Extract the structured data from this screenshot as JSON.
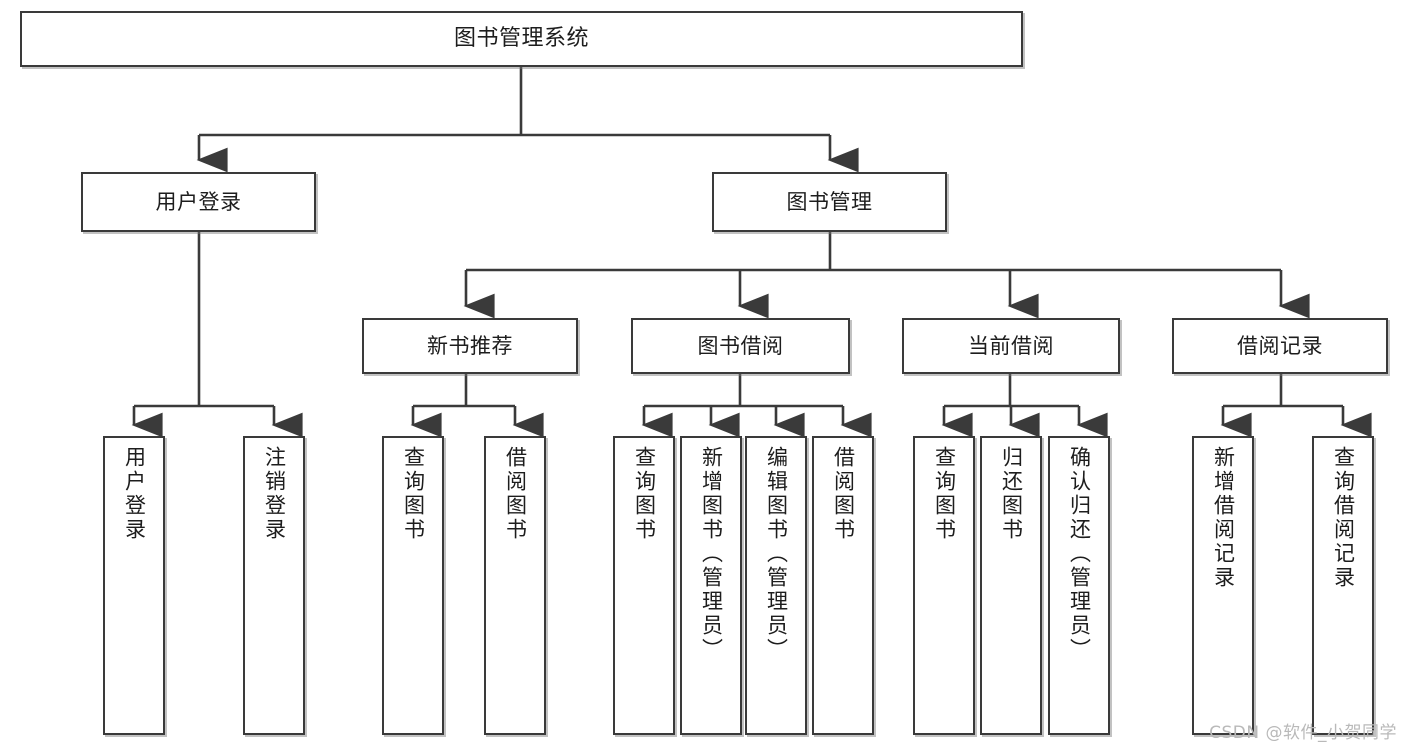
{
  "diagram": {
    "title": "图书管理系统",
    "type": "tree-hierarchy-diagram",
    "watermark": "CSDN @软件_小贺同学",
    "style": {
      "box_border_color": "#3a3a3a",
      "box_fill_color": "#ffffff",
      "line_color": "#3a3a3a",
      "background_color": "#ffffff",
      "watermark_color": "#b9b9b9"
    },
    "nodes": {
      "root": {
        "label": "图书管理系统"
      },
      "level2": [
        {
          "label": "用户登录"
        },
        {
          "label": "图书管理"
        }
      ],
      "level3": [
        {
          "label": "新书推荐"
        },
        {
          "label": "图书借阅"
        },
        {
          "label": "当前借阅"
        },
        {
          "label": "借阅记录"
        }
      ],
      "leaves": {
        "user_login": [
          {
            "label": "用户登录"
          },
          {
            "label": "注销登录"
          }
        ],
        "new_book_recommend": [
          {
            "label": "查询图书"
          },
          {
            "label": "借阅图书"
          }
        ],
        "book_borrow": [
          {
            "label": "查询图书"
          },
          {
            "label": "新增图书（管理员）"
          },
          {
            "label": "编辑图书（管理员）"
          },
          {
            "label": "借阅图书"
          }
        ],
        "current_borrow": [
          {
            "label": "查询图书"
          },
          {
            "label": "归还图书"
          },
          {
            "label": "确认归还（管理员）"
          }
        ],
        "borrow_records": [
          {
            "label": "新增借阅记录"
          },
          {
            "label": "查询借阅记录"
          }
        ]
      }
    }
  }
}
